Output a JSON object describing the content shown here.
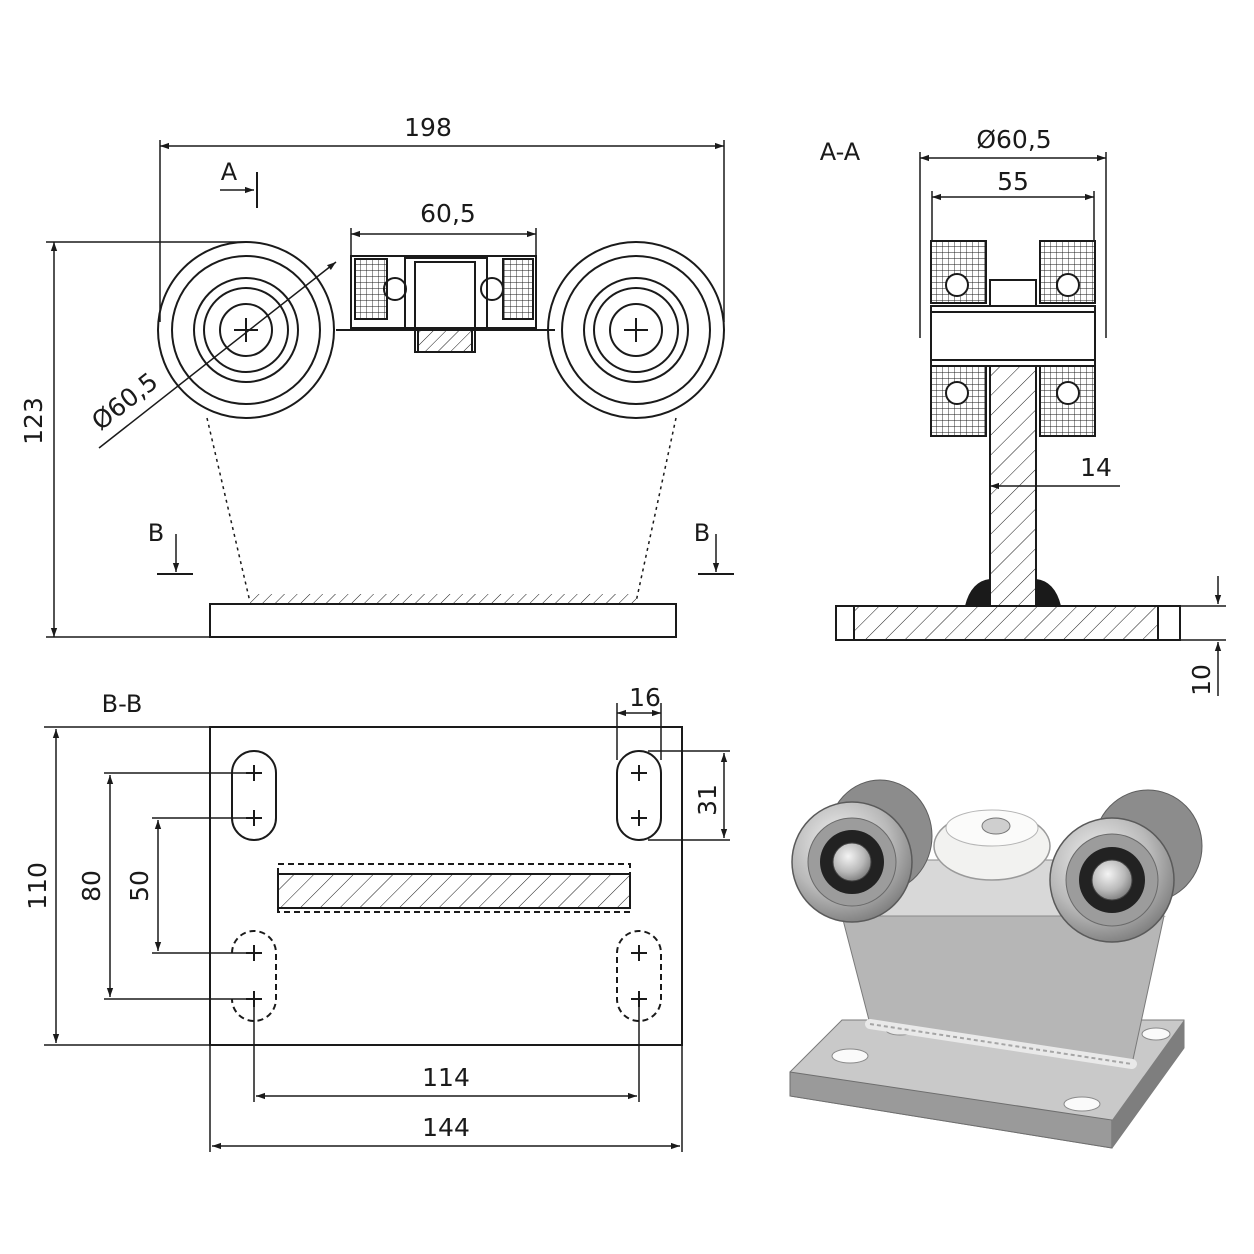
{
  "front_view": {
    "overall_width": "198",
    "overall_height": "123",
    "wheel_diameter": "Ø60,5",
    "center_roller_width": "60,5",
    "section_mark_a": "A",
    "section_mark_b_left": "B",
    "section_mark_b_right": "B"
  },
  "section_a_a": {
    "title": "A-A",
    "wheel_diameter": "Ø60,5",
    "wheel_spacing": "55",
    "plate_thickness_web": "14",
    "base_thickness": "10"
  },
  "section_b_b": {
    "title": "B-B",
    "plate_height": "110",
    "outer_hole_spacing": "80",
    "inner_hole_spacing": "50",
    "slot_width": "16",
    "slot_length": "31",
    "hole_spacing_x": "114",
    "plate_width": "144"
  },
  "product_photo": {
    "description_icon": "cantilever-gate-roller-carriage-icon"
  },
  "colors": {
    "line": "#1a1a1a",
    "steel_light": "#d9d9d9",
    "steel_mid": "#a8a8a8",
    "steel_dark": "#6e6e6e",
    "nylon": "#f2f2f0"
  }
}
